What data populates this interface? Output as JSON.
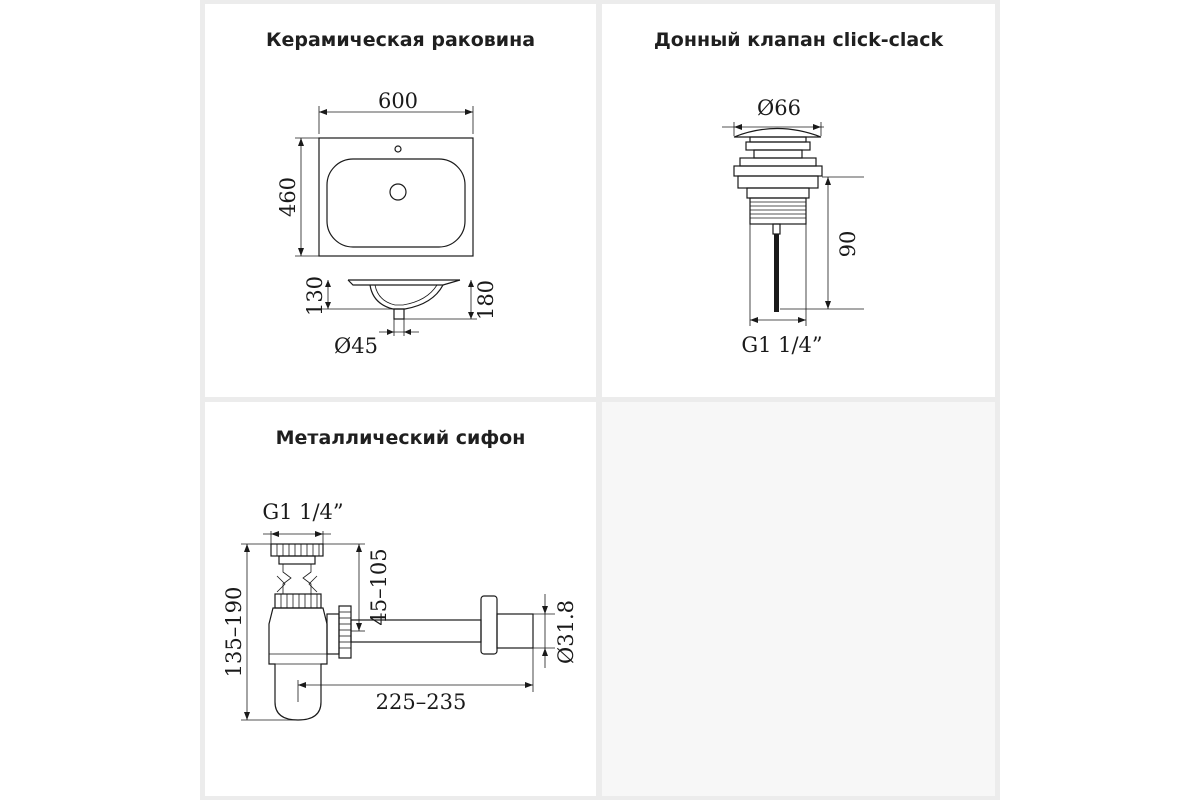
{
  "panels": {
    "basin": {
      "title": "Керамическая раковина",
      "dims": {
        "width": "600",
        "depth": "460",
        "inner_height": "130",
        "total_height": "180",
        "drain_diameter": "Ø45"
      }
    },
    "valve": {
      "title": "Донный клапан click-clack",
      "dims": {
        "cap_diameter": "Ø66",
        "height": "90",
        "thread": "G1 1/4”"
      }
    },
    "siphon": {
      "title": "Металлический сифон",
      "dims": {
        "thread": "G1 1/4”",
        "inlet_range": "45–105",
        "height_range": "135–190",
        "outlet_length": "225–235",
        "outlet_diameter": "Ø31.8"
      }
    }
  },
  "colors": {
    "background": "#ececec",
    "panel": "#ffffff",
    "line": "#1a1a1a"
  }
}
